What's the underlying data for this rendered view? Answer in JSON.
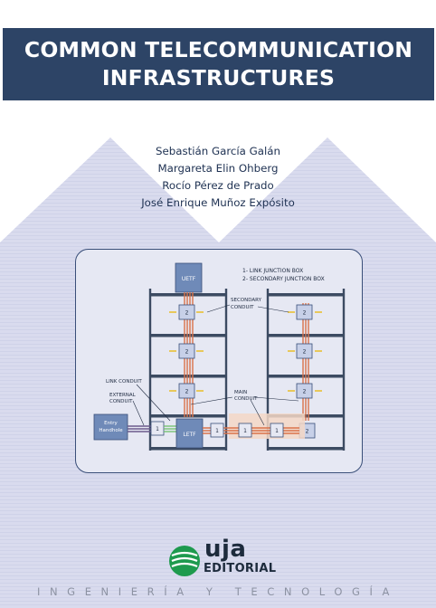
{
  "cover": {
    "title_line1": "COMMON TELECOMMUNICATION",
    "title_line2": "INFRASTRUCTURES",
    "authors": [
      "Sebastián García Galán",
      "Margareta Elin Ohberg",
      "Rocío Pérez de Prado",
      "José Enrique Muñoz Expósito"
    ],
    "series": "INGENIERÍA Y TECNOLOGÍA",
    "publisher": {
      "word": "uja",
      "sub": "EDITORIAL"
    }
  },
  "diagram": {
    "legend1": "1- LINK JUNCTION BOX",
    "legend2": "2- SECONDARY JUNCTION BOX",
    "uetf": "UETF",
    "letf": "LETF",
    "entry_line1": "Entry",
    "entry_line2": "Handhole",
    "secondary_line1": "SECONDARY",
    "secondary_line2": "CONDUIT",
    "link_conduit": "LINK CONDUIT",
    "external_line1": "EXTERNAL",
    "external_line2": "CONDUIT",
    "main_line1": "MAIN",
    "main_line2": "CONDUIT",
    "box1": "1",
    "box2": "2"
  },
  "colors": {
    "title_bg": "#2d4466",
    "background_shape": "#d7d9ec",
    "conduit": "#d9724a",
    "floor": "#3c4b62",
    "box_fill": "#c7d0e8",
    "uetf_fill": "#6f8ab8"
  }
}
